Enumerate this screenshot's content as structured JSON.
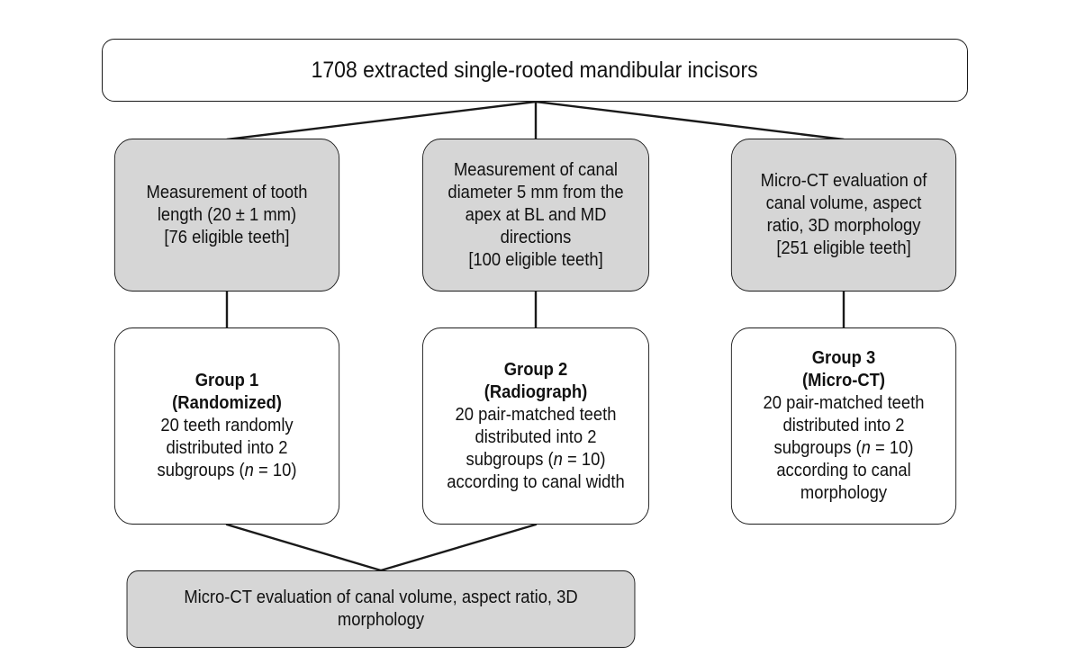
{
  "diagram": {
    "top": {
      "lines": [
        "1708 extracted single-rooted mandibular incisors"
      ]
    },
    "steps": [
      {
        "lines": [
          "Measurement of tooth",
          "length (20 ± 1 mm)",
          "[76 eligible teeth]"
        ]
      },
      {
        "lines": [
          "Measurement of canal",
          "diameter 5 mm from the",
          "apex at BL and MD",
          "directions",
          "[100 eligible teeth]"
        ]
      },
      {
        "lines": [
          "Micro-CT evaluation of",
          "canal volume, aspect",
          "ratio, 3D morphology",
          "[251 eligible teeth]"
        ]
      }
    ],
    "groups": [
      {
        "title": "Group 1",
        "subtitle": "(Randomized)",
        "lines": [
          "20 teeth randomly",
          "distributed into 2"
        ],
        "n_prefix": "subgroups (",
        "n_letter": "n",
        "n_suffix": " = 10)",
        "tail": []
      },
      {
        "title": "Group 2",
        "subtitle": "(Radiograph)",
        "lines": [
          "20 pair-matched teeth",
          "distributed into 2"
        ],
        "n_prefix": "subgroups (",
        "n_letter": "n",
        "n_suffix": " = 10)",
        "tail": [
          "according to canal width"
        ]
      },
      {
        "title": "Group 3",
        "subtitle": "(Micro-CT)",
        "lines": [
          "20 pair-matched teeth",
          "distributed into 2"
        ],
        "n_prefix": "subgroups (",
        "n_letter": "n",
        "n_suffix": " = 10)",
        "tail": [
          "according to canal",
          "morphology"
        ]
      }
    ],
    "bottom": {
      "lines": [
        "Micro-CT evaluation of canal volume, aspect ratio, 3D",
        "morphology"
      ]
    }
  },
  "colors": {
    "grey_fill": "#d6d6d6",
    "white_fill": "#ffffff",
    "stroke": "#1a1a1a",
    "text": "#111111"
  }
}
